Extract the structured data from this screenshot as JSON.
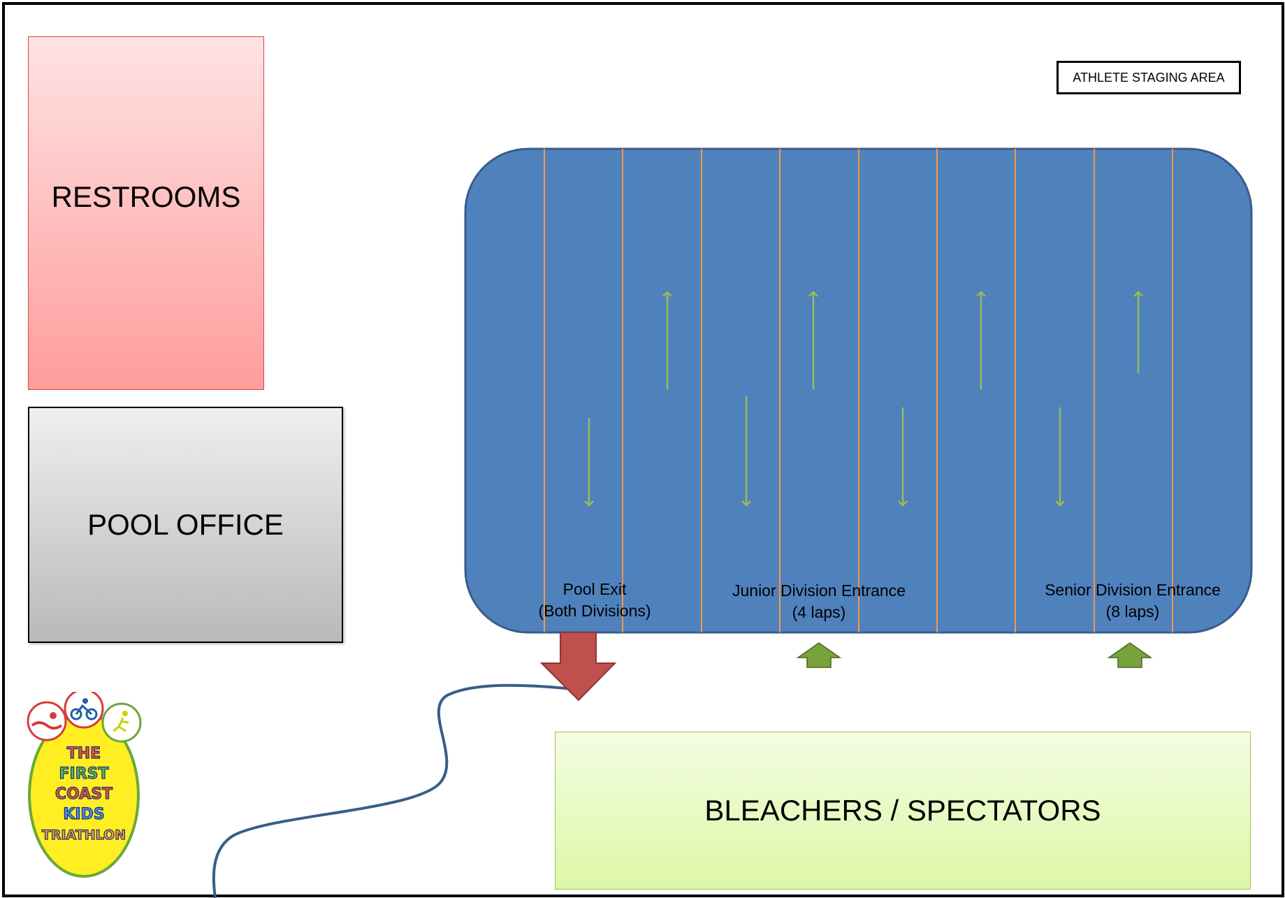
{
  "areas": {
    "restrooms": "RESTROOMS",
    "pool_office": "POOL OFFICE",
    "athlete_staging": "ATHLETE STAGING AREA",
    "bleachers": "BLEACHERS / SPECTATORS"
  },
  "pool": {
    "lane_count": 10,
    "labels": {
      "exit_line1": "Pool Exit",
      "exit_line2": "(Both Divisions)",
      "junior_line1": "Junior Division Entrance",
      "junior_line2": "(4 laps)",
      "senior_line1": "Senior Division Entrance",
      "senior_line2": "(8 laps)"
    }
  },
  "logo": {
    "lines": [
      "THE",
      "FIRST",
      "COAST",
      "KIDS",
      "TRIATHLON"
    ]
  },
  "colors": {
    "pool_fill": "#4f81bd",
    "pool_edge": "#385d8a",
    "lane_line": "#f79646",
    "swim_arrow": "#9bbb59",
    "exit_arrow": "#c0504d",
    "entrance_arrow": "#77a33a",
    "walk_path": "#385d8a"
  }
}
